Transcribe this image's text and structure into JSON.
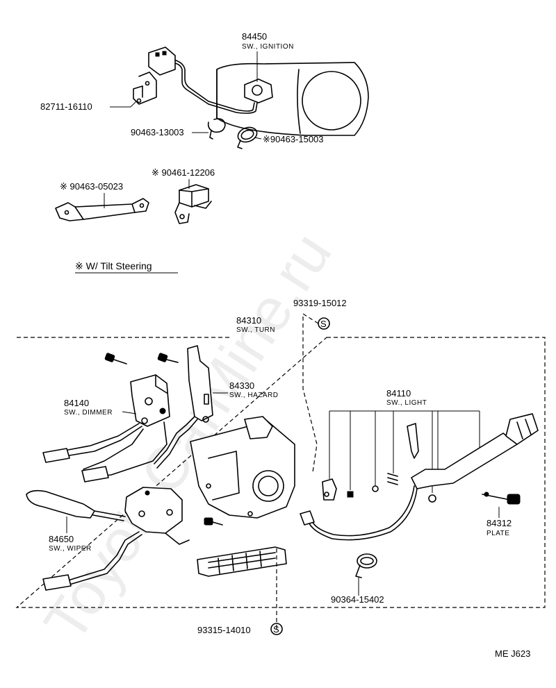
{
  "parts": {
    "p84450": {
      "number": "84450",
      "name": "SW., IGNITION"
    },
    "p82711": {
      "number": "82711-16110"
    },
    "p90463_13003": {
      "number": "90463-13003"
    },
    "p90463_15003": {
      "number": "※90463-15003"
    },
    "p90461_12206": {
      "number": "※ 90461-12206"
    },
    "p90463_05023": {
      "number": "※ 90463-05023"
    },
    "p93319": {
      "number": "93319-15012",
      "mark": "S"
    },
    "p84310": {
      "number": "84310",
      "name": "SW., TURN"
    },
    "p84140": {
      "number": "84140",
      "name": "SW., DIMMER"
    },
    "p84330": {
      "number": "84330",
      "name": "SW., HAZARD"
    },
    "p84110": {
      "number": "84110",
      "name": "SW., LIGHT"
    },
    "p84650": {
      "number": "84650",
      "name": "SW., WIPER"
    },
    "p84312": {
      "number": "84312",
      "name": "PLATE"
    },
    "p90364": {
      "number": "90364-15402"
    },
    "p93315": {
      "number": "93315-14010",
      "mark": "S"
    }
  },
  "note": "※ W/ Tilt Steering",
  "figure_code": "ME  J623",
  "watermark": "ToyotaCarMine.ru"
}
